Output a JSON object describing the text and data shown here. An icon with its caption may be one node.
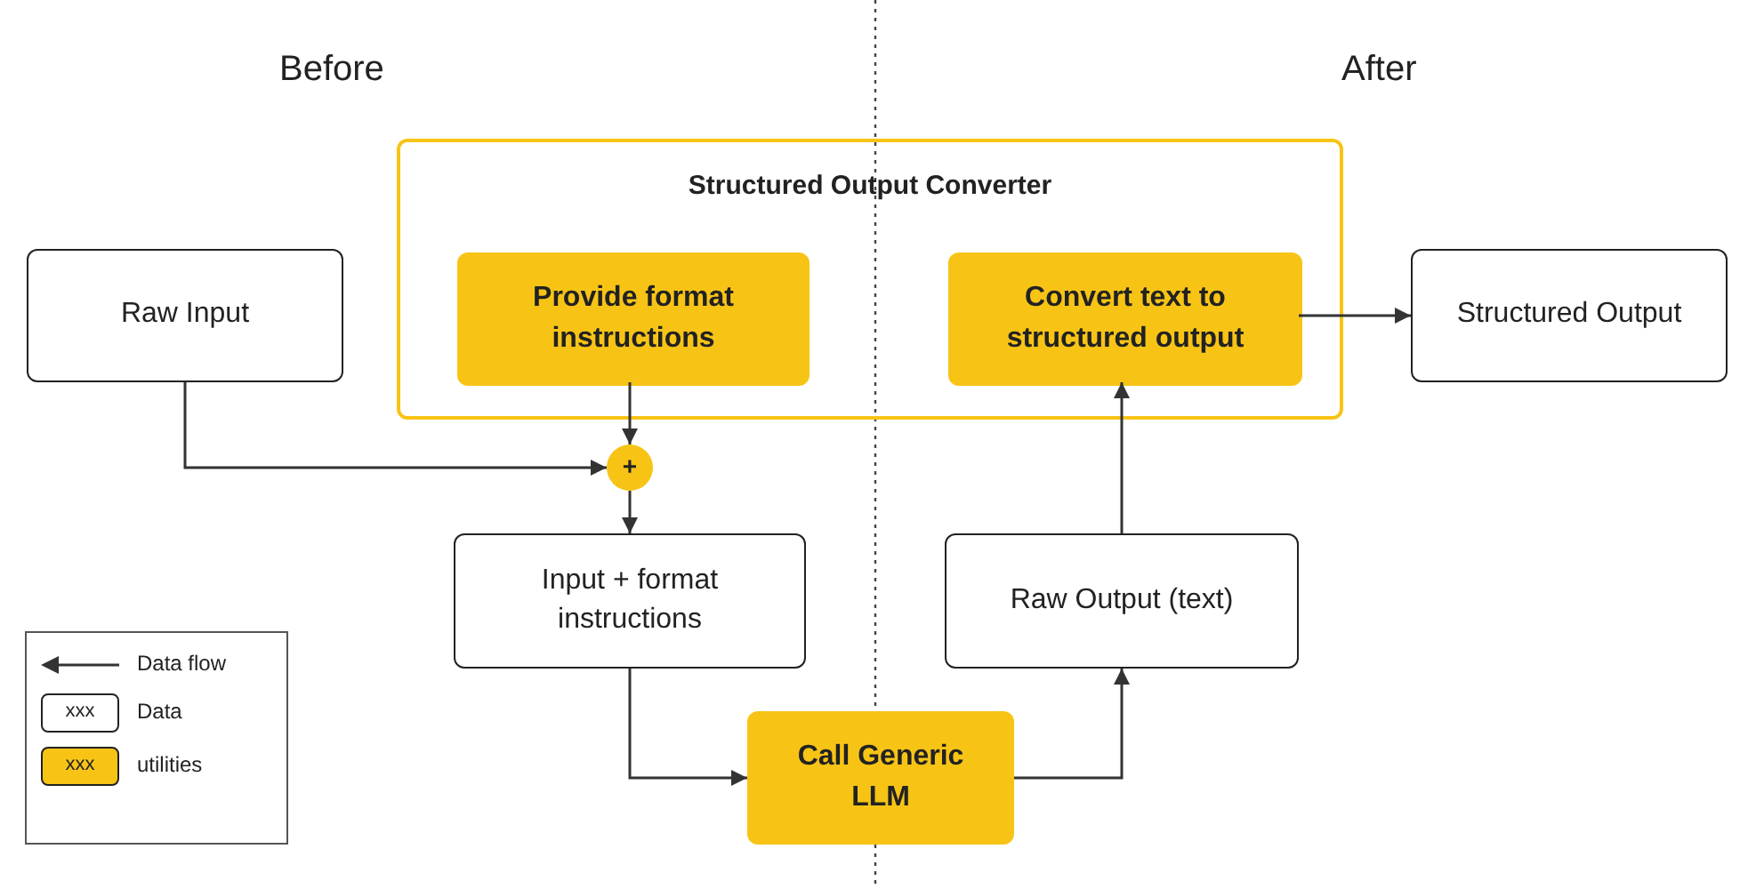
{
  "diagram": {
    "nodes": [
      {
        "text": [
          "Structured Output Converter"
        ]
      },
      {
        "text": [
          "Raw Input"
        ]
      },
      {
        "text": [
          "Provide format instructions"
        ],
        "in": 0
      },
      {
        "text": [
          "Convert text to structured output"
        ],
        "in": 0
      },
      {
        "text": [
          "Structured Output"
        ]
      },
      {
        "text": [
          "+"
        ]
      },
      {
        "text": [
          "Input + format instructions"
        ]
      },
      {
        "text": [
          "Raw Output (text)"
        ]
      },
      {
        "text": [
          "Call Generic LLM"
        ]
      }
    ],
    "edges": [
      {
        "from": 1,
        "to": 5,
        "arrow": "to"
      },
      {
        "from": 2,
        "to": 5,
        "arrow": "to"
      },
      {
        "from": 5,
        "to": 6,
        "arrow": "to"
      },
      {
        "from": 6,
        "to": 8,
        "arrow": "to"
      },
      {
        "from": 8,
        "to": 7,
        "arrow": "to"
      },
      {
        "from": 7,
        "to": 3,
        "arrow": "to"
      },
      {
        "from": 3,
        "to": 4,
        "arrow": "to"
      }
    ],
    "labels": [
      "Before",
      "After",
      "xxx",
      "xxx"
    ],
    "legend": [
      {
        "text": "Data flow"
      },
      {
        "text": "Data",
        "color": "#ffffff"
      },
      {
        "text": "utilities",
        "color": "#f7c416"
      }
    ]
  }
}
